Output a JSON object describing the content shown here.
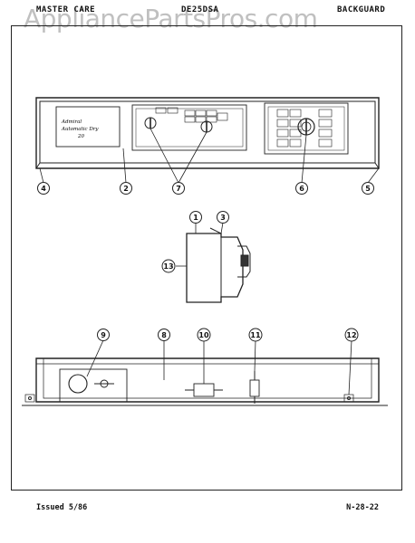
{
  "header": {
    "left": "MASTER CARE",
    "center": "DE25DSA",
    "right": "BACKGUARD"
  },
  "watermark": "AppliancePartsPros.com",
  "callouts": [
    "4",
    "2",
    "7",
    "6",
    "5",
    "1",
    "3",
    "13",
    "9",
    "8",
    "10",
    "11",
    "12"
  ],
  "panel": {
    "logo_line1": "Admiral",
    "logo_line2": "Automatic Dry",
    "logo_line3": "20"
  },
  "footer": {
    "left": "Issued 5/86",
    "right": "N-28-22"
  }
}
